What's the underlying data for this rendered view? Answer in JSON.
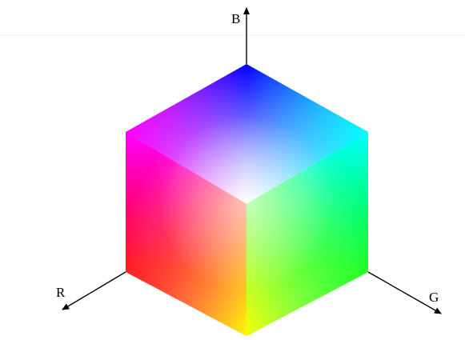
{
  "axes": {
    "b_label": "B",
    "r_label": "R",
    "g_label": "G"
  },
  "colors": {
    "white": "#ffffff",
    "black": "#000000",
    "red": "#ff0000",
    "green": "#00ff00",
    "blue": "#0000ff",
    "cyan": "#00ffff",
    "magenta": "#ff00ff",
    "yellow": "#ffff00",
    "axis": "#000000",
    "guide": "#f0f0f0"
  }
}
